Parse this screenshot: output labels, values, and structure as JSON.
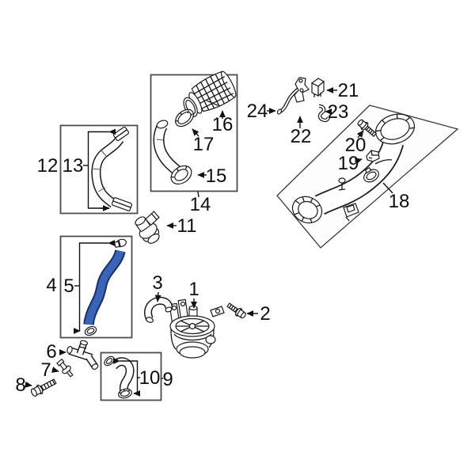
{
  "diagram": {
    "callouts": [
      "1",
      "2",
      "3",
      "4",
      "5",
      "6",
      "7",
      "8",
      "9",
      "10",
      "11",
      "12",
      "13",
      "14",
      "15",
      "16",
      "17",
      "18",
      "19",
      "20",
      "21",
      "22",
      "23",
      "24"
    ],
    "highlighted_callout": "5",
    "colors": {
      "highlight_fill": "#3b63b6",
      "highlight_outline": "#16306b",
      "line": "#1c1c1c",
      "box_border": "#4d4d4d",
      "background": "#ffffff"
    }
  }
}
